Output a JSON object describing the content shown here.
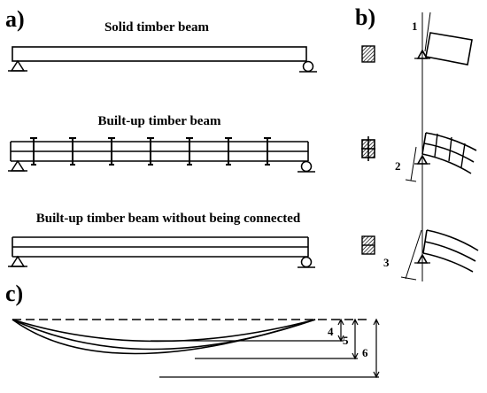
{
  "panels": {
    "a": "a)",
    "b": "b)",
    "c": "c)"
  },
  "beams": [
    {
      "title": "Solid timber beam"
    },
    {
      "title": "Built-up timber beam"
    },
    {
      "title": "Built-up timber beam without being connected"
    }
  ],
  "markers": {
    "m1": "1",
    "m2": "2",
    "m3": "3",
    "m4": "4",
    "m5": "5",
    "m6": "6"
  }
}
